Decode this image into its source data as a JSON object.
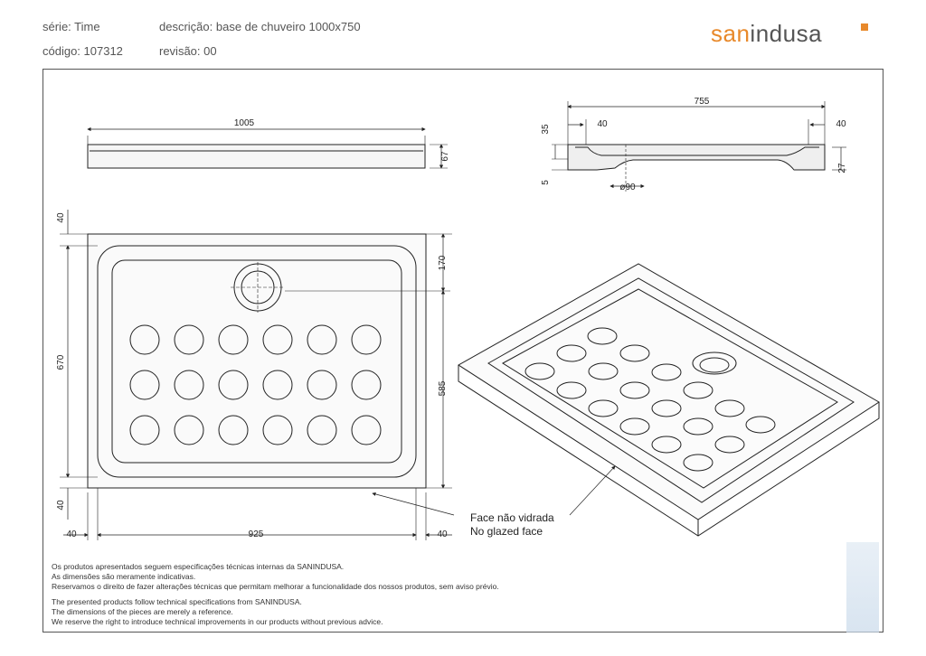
{
  "header": {
    "serie": "série: Time",
    "descricao": "descrição: base de chuveiro 1000x750",
    "codigo": "código: 107312",
    "revisao": "revisão: 00"
  },
  "logo": {
    "part1": "san",
    "part2": "indusa"
  },
  "dimensions": {
    "top_width": "1005",
    "top_height": "67",
    "side_total": "755",
    "side_left": "40",
    "side_right": "40",
    "side_35": "35",
    "side_5": "5",
    "side_27": "27",
    "side_drain": "ø90",
    "plan_top": "40",
    "plan_height": "670",
    "plan_bottom": "40",
    "plan_drain_offset": "170",
    "plan_inner": "585",
    "plan_left": "40",
    "plan_inner_width": "925",
    "plan_right": "40"
  },
  "callout": {
    "pt": "Face não vidrada",
    "en": "No glazed face"
  },
  "notes": {
    "pt": [
      "Os produtos apresentados seguem especificações técnicas internas da SANINDUSA.",
      "As dimensões são meramente indicativas.",
      "Reservamos o direito de fazer alterações técnicas que permitam melhorar a funcionalidade dos nossos produtos, sem aviso prévio."
    ],
    "en": [
      "The presented products follow technical specifications from SANINDUSA.",
      "The dimensions of the pieces are merely a reference.",
      "We reserve the right to introduce technical improvements in our products without previous advice."
    ]
  },
  "colors": {
    "accent": "#e8892b",
    "line": "#222222"
  }
}
